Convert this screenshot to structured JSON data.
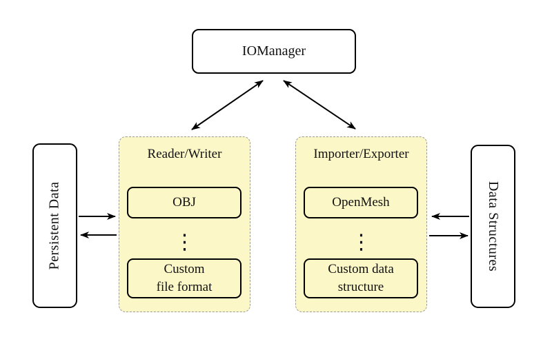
{
  "colors": {
    "panel_fill": "#FBF7C6",
    "panel_border": "#9a9a9a",
    "line": "#000000"
  },
  "io_manager": {
    "label": "IOManager"
  },
  "sides": {
    "persistent_data": "Persistent Data",
    "data_structures": "Data Structures"
  },
  "reader_writer": {
    "title": "Reader/Writer",
    "top_box": "OBJ",
    "ellipsis": "⋮",
    "bottom_box_line1": "Custom",
    "bottom_box_line2": "file format"
  },
  "importer_exporter": {
    "title": "Importer/Exporter",
    "top_box": "OpenMesh",
    "ellipsis": "⋮",
    "bottom_box_line1": "Custom data",
    "bottom_box_line2": "structure"
  }
}
